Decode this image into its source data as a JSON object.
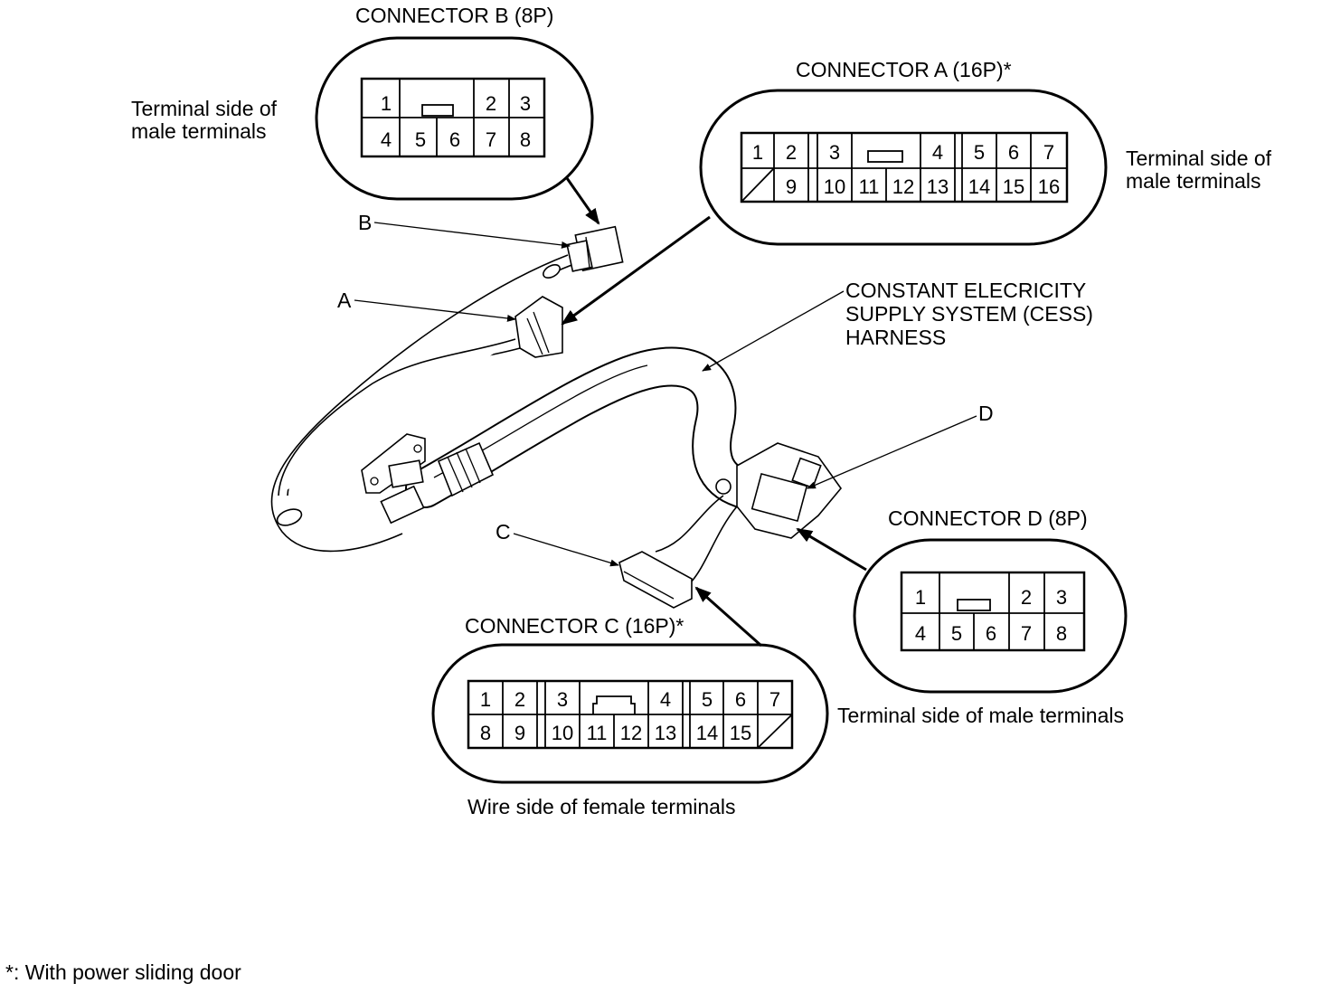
{
  "connector_b": {
    "title": "CONNECTOR B (8P)",
    "side_line1": "Terminal side of",
    "side_line2": "male terminals",
    "top_row": [
      "1",
      "2",
      "3"
    ],
    "bottom_row": [
      "4",
      "5",
      "6",
      "7",
      "8"
    ]
  },
  "connector_a": {
    "title": "CONNECTOR A (16P)*",
    "side_line1": "Terminal side of",
    "side_line2": "male terminals",
    "top_row": [
      "1",
      "2",
      "3",
      "4",
      "5",
      "6",
      "7"
    ],
    "bottom_row": [
      "9",
      "10",
      "11",
      "12",
      "13",
      "14",
      "15",
      "16"
    ]
  },
  "connector_c": {
    "title": "CONNECTOR C (16P)*",
    "side_label": "Wire side of female terminals",
    "top_row": [
      "1",
      "2",
      "3",
      "4",
      "5",
      "6",
      "7"
    ],
    "bottom_row": [
      "8",
      "9",
      "10",
      "11",
      "12",
      "13",
      "14",
      "15"
    ]
  },
  "connector_d": {
    "title": "CONNECTOR D (8P)",
    "side_label": "Terminal side of male terminals",
    "top_row": [
      "1",
      "2",
      "3"
    ],
    "bottom_row": [
      "4",
      "5",
      "6",
      "7",
      "8"
    ]
  },
  "harness": {
    "line1": "CONSTANT ELECRICITY",
    "line2": "SUPPLY SYSTEM (CESS)",
    "line3": "HARNESS"
  },
  "callouts": {
    "a": "A",
    "b": "B",
    "c": "C",
    "d": "D"
  },
  "footnote": "*: With power sliding door"
}
